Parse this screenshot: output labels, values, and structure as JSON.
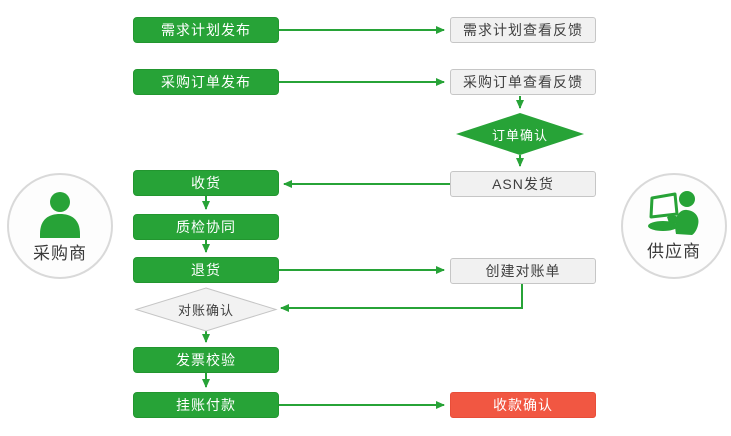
{
  "diagram": {
    "left_actor": {
      "label": "采购商",
      "icon": "buyer-person-icon"
    },
    "right_actor": {
      "label": "供应商",
      "icon": "supplier-person-laptop-icon"
    },
    "buyer_steps": {
      "demand_plan_publish": {
        "label": "需求计划发布",
        "type": "process"
      },
      "purchase_order_publish": {
        "label": "采购订单发布",
        "type": "process"
      },
      "receiving": {
        "label": "收货",
        "type": "process"
      },
      "quality_check": {
        "label": "质检协同",
        "type": "process"
      },
      "returns": {
        "label": "退货",
        "type": "process"
      },
      "reconciliation_confirm": {
        "label": "对账确认",
        "type": "decision"
      },
      "invoice_check": {
        "label": "发票校验",
        "type": "process"
      },
      "book_payment": {
        "label": "挂账付款",
        "type": "process"
      }
    },
    "supplier_steps": {
      "demand_plan_feedback": {
        "label": "需求计划查看反馈",
        "type": "document"
      },
      "purchase_order_feedback": {
        "label": "采购订单查看反馈",
        "type": "document"
      },
      "order_confirm": {
        "label": "订单确认",
        "type": "decision"
      },
      "asn_shipment": {
        "label": "ASN发货",
        "type": "document"
      },
      "create_statement": {
        "label": "创建对账单",
        "type": "document"
      },
      "receipt_confirm": {
        "label": "收款确认",
        "type": "terminal"
      }
    },
    "connections": [
      {
        "from": "demand_plan_publish",
        "to": "demand_plan_feedback"
      },
      {
        "from": "purchase_order_publish",
        "to": "purchase_order_feedback"
      },
      {
        "from": "purchase_order_feedback",
        "to": "order_confirm"
      },
      {
        "from": "order_confirm",
        "to": "asn_shipment"
      },
      {
        "from": "asn_shipment",
        "to": "receiving"
      },
      {
        "from": "receiving",
        "to": "quality_check"
      },
      {
        "from": "quality_check",
        "to": "returns"
      },
      {
        "from": "returns",
        "to": "create_statement"
      },
      {
        "from": "create_statement",
        "to": "reconciliation_confirm"
      },
      {
        "from": "reconciliation_confirm",
        "to": "invoice_check"
      },
      {
        "from": "invoice_check",
        "to": "book_payment"
      },
      {
        "from": "book_payment",
        "to": "receipt_confirm"
      }
    ],
    "colors": {
      "green": "#27a337",
      "red": "#f15742",
      "gray_box_fill": "#f1f1f1",
      "gray_box_border": "#c6c6c6",
      "gray_diamond_fill": "#f2f2f2",
      "gray_diamond_border": "#c5c5c5",
      "circle_fill": "#fdfdfd",
      "circle_border": "#d9d9d9",
      "text_dark": "#3f3f3f"
    }
  }
}
